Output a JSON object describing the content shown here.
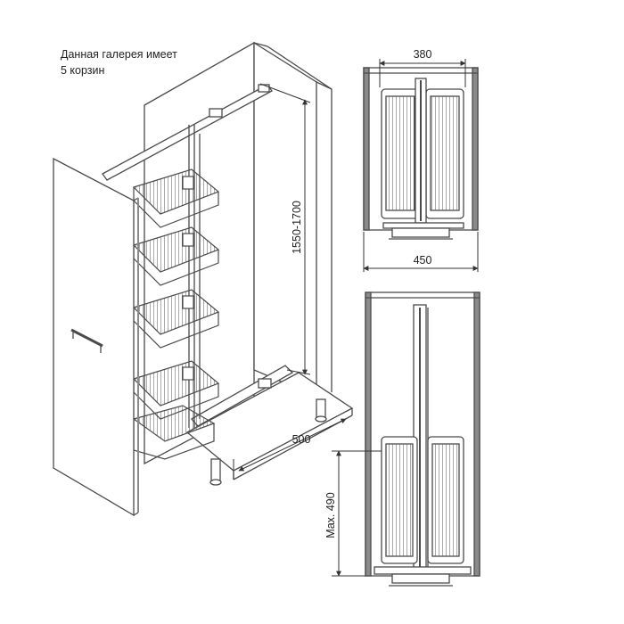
{
  "caption": {
    "line1": "Данная галерея имеет",
    "line2": "5 корзин"
  },
  "dimensions": {
    "height_range": "1550-1700",
    "depth": "500",
    "inner_width": "380",
    "outer_width": "450",
    "max_extension": "Max. 490"
  },
  "colors": {
    "line": "#4a4a4a",
    "wire": "#555555",
    "panel_accent": "#8a8a8a",
    "background": "#ffffff"
  }
}
